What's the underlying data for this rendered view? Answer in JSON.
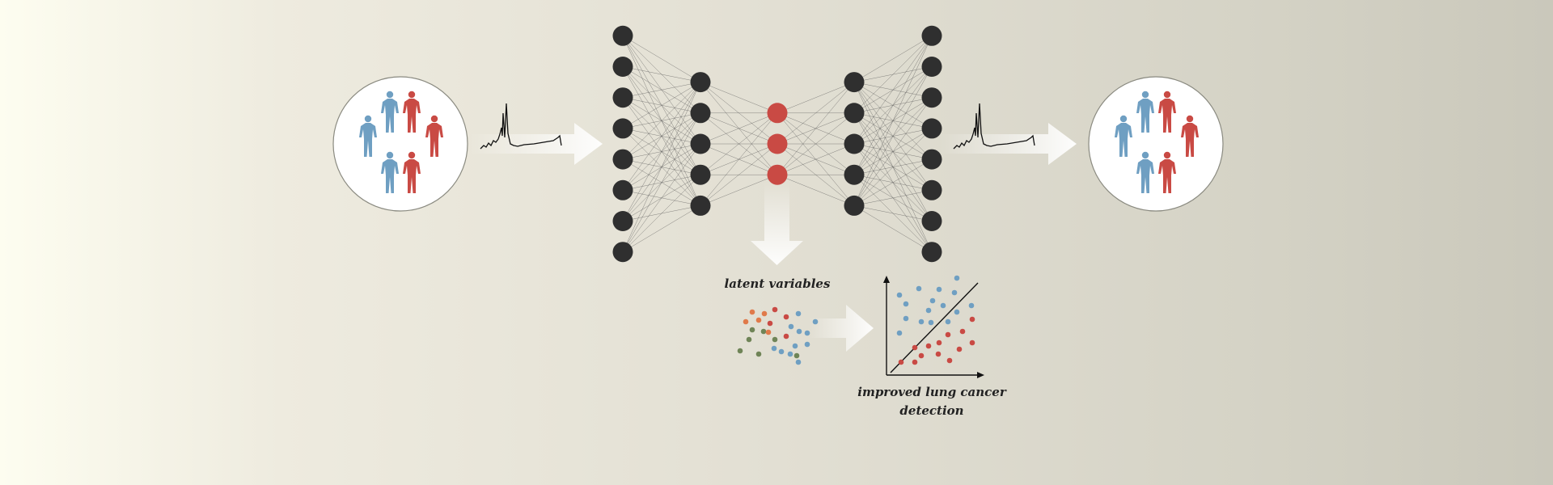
{
  "labels": {
    "latent": "latent variables",
    "detection_line1": "improved lung cancer",
    "detection_line2": "detection"
  },
  "colors": {
    "node": "#2f2f2f",
    "latent_node": "#c94a44",
    "blue": "#6f9fc2",
    "red": "#c94a44",
    "orange": "#e07a4a",
    "green": "#6f8457",
    "arrow": "#ffffff"
  },
  "icons": {
    "population": "human-silhouette-icon",
    "spectrum": "spectrum-trace-icon"
  },
  "network": {
    "layers": [
      8,
      5,
      3,
      5,
      8
    ],
    "latent_layer": 2
  },
  "latent_points": [
    {
      "g": "orange"
    },
    {
      "g": "orange"
    },
    {
      "g": "red"
    },
    {
      "g": "orange"
    },
    {
      "g": "red"
    },
    {
      "g": "blue"
    },
    {
      "g": "orange"
    },
    {
      "g": "red"
    },
    {
      "g": "blue"
    },
    {
      "g": "green"
    },
    {
      "g": "green"
    },
    {
      "g": "orange"
    },
    {
      "g": "blue"
    },
    {
      "g": "blue"
    },
    {
      "g": "blue"
    },
    {
      "g": "green"
    },
    {
      "g": "green"
    },
    {
      "g": "red"
    },
    {
      "g": "blue"
    },
    {
      "g": "blue"
    },
    {
      "g": "green"
    },
    {
      "g": "green"
    },
    {
      "g": "blue"
    },
    {
      "g": "blue"
    },
    {
      "g": "blue"
    },
    {
      "g": "green"
    },
    {
      "g": "blue"
    }
  ],
  "classifier": {
    "blue_points": 16,
    "red_points": 13
  }
}
